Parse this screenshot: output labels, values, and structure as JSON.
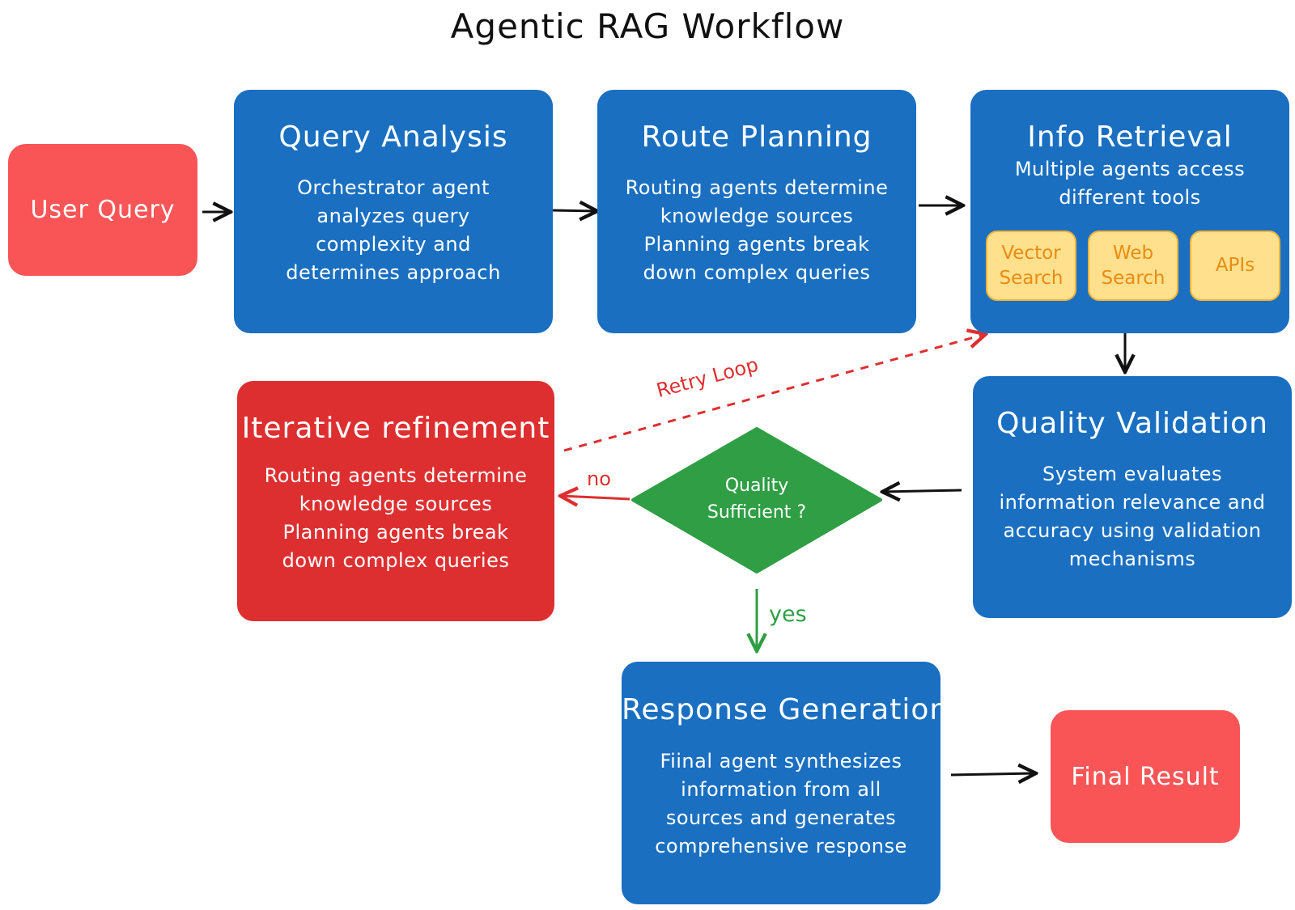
{
  "title": "Agentic RAG Workflow",
  "nodes": {
    "user_query": "User Query",
    "query_analysis": {
      "title": "Query Analysis",
      "lines": [
        "Orchestrator agent",
        "analyzes query",
        "complexity and",
        "determines approach"
      ]
    },
    "route_planning": {
      "title": "Route Planning",
      "lines": [
        "Routing agents determine",
        "knowledge sources",
        "Planning agents break",
        "down complex queries"
      ]
    },
    "info_retrieval": {
      "title": "Info Retrieval",
      "lines": [
        "Multiple agents access",
        "different tools"
      ],
      "tools": [
        {
          "lines": [
            "Vector",
            "Search"
          ]
        },
        {
          "lines": [
            "Web",
            "Search"
          ]
        },
        {
          "lines": [
            "APIs"
          ]
        }
      ]
    },
    "quality_validation": {
      "title": "Quality Validation",
      "lines": [
        "System evaluates",
        "information relevance and",
        "accuracy using validation",
        "mechanisms"
      ]
    },
    "decision": {
      "lines": [
        "Quality",
        "Sufficient ?"
      ]
    },
    "iterative_refinement": {
      "title": "Iterative refinement",
      "lines": [
        "Routing agents determine",
        "knowledge sources",
        "Planning agents break",
        "down complex queries"
      ]
    },
    "response_generation": {
      "title": "Response Generation",
      "lines": [
        "Fiinal agent synthesizes",
        "information from all",
        "sources and generates",
        "comprehensive response"
      ]
    },
    "final_result": "Final Result"
  },
  "edge_labels": {
    "retry": "Retry Loop",
    "no": "no",
    "yes": "yes"
  },
  "colors": {
    "blue": "#1a6fc1",
    "coral": "#f95557",
    "red": "#de2f30",
    "green": "#2f9e44",
    "tool_fill": "#ffe08c",
    "tool_text": "#e98c14"
  }
}
